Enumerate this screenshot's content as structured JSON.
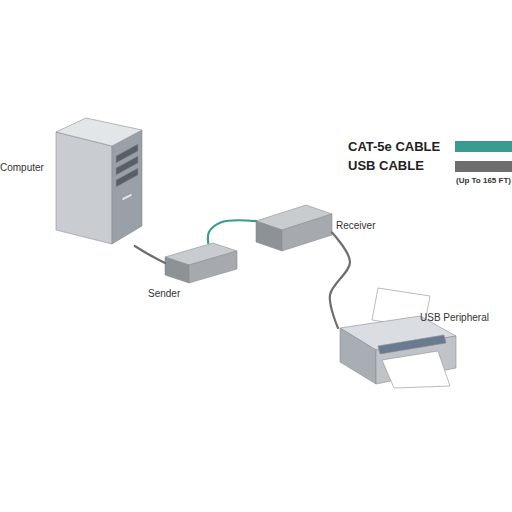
{
  "diagram": {
    "nodes": [
      {
        "text": [
          "Computer"
        ]
      },
      {
        "text": [
          "Sender"
        ]
      },
      {
        "text": [
          "Receiver"
        ]
      },
      {
        "text": [
          "USB Peripheral"
        ]
      }
    ],
    "edges": [
      {
        "from": 0,
        "to": 1,
        "arrow": "none"
      },
      {
        "from": 1,
        "to": 2,
        "arrow": "none"
      },
      {
        "from": 2,
        "to": 3,
        "arrow": "none"
      }
    ],
    "labels": [
      "(Up To 165 FT)"
    ],
    "legend": [
      {
        "text": "CAT-5e CABLE",
        "color": "#3a9c8e"
      },
      {
        "text": "USB CABLE",
        "color": "#6e6e6e"
      }
    ]
  }
}
